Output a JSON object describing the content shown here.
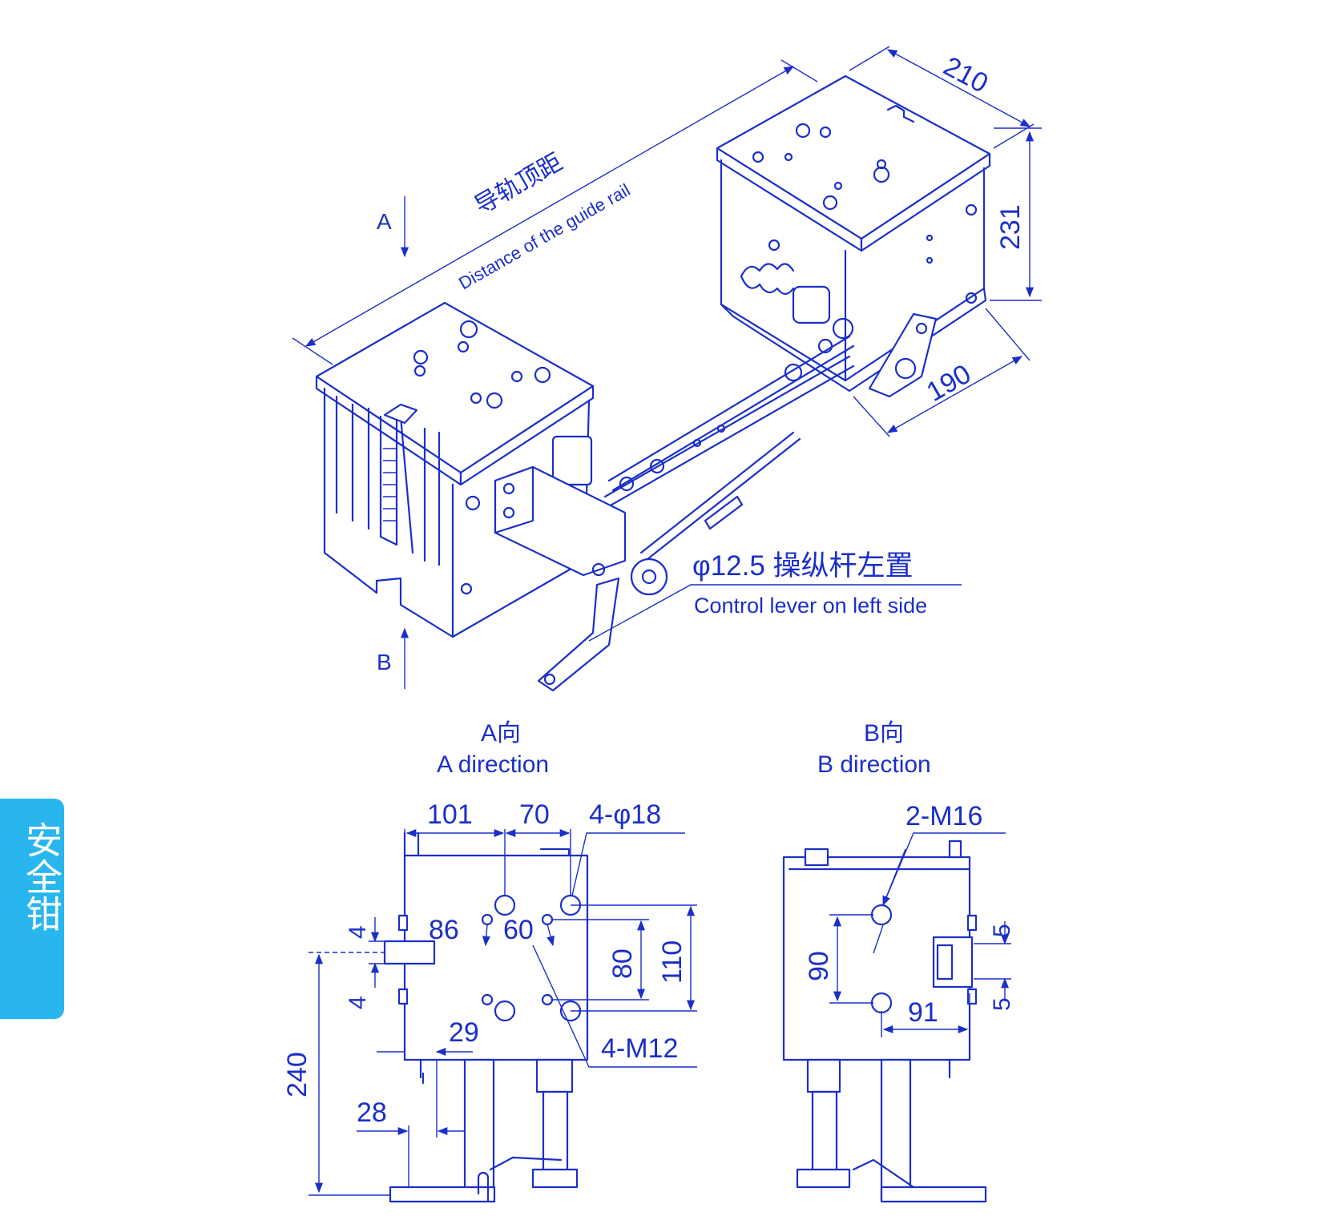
{
  "side_tab": {
    "label": "安全钳",
    "color": "#29b6ee"
  },
  "colors": {
    "drawing": "#1b2fc8",
    "background": "#ffffff"
  },
  "iso_view": {
    "guide_rail_cn": "导轨顶距",
    "guide_rail_en": "Distance of the guide rail",
    "dim_width": "210",
    "dim_height": "231",
    "dim_depth": "190",
    "arrow_a": "A",
    "arrow_b": "B",
    "lever_cn": "φ12.5 操纵杆左置",
    "lever_en": "Control lever on left side"
  },
  "a_view": {
    "title_cn": "A向",
    "title_en": "A direction",
    "dims": {
      "d101": "101",
      "d70": "70",
      "d4phi18": "4-φ18",
      "d86": "86",
      "d60": "60",
      "d80": "80",
      "d110": "110",
      "d4a": "4",
      "d4b": "4",
      "d29": "29",
      "d4m12": "4-M12",
      "d240": "240",
      "d28": "28"
    }
  },
  "b_view": {
    "title_cn": "B向",
    "title_en": "B direction",
    "dims": {
      "d2m16": "2-M16",
      "d90": "90",
      "d91": "91",
      "d5a": "5",
      "d5b": "5"
    }
  }
}
